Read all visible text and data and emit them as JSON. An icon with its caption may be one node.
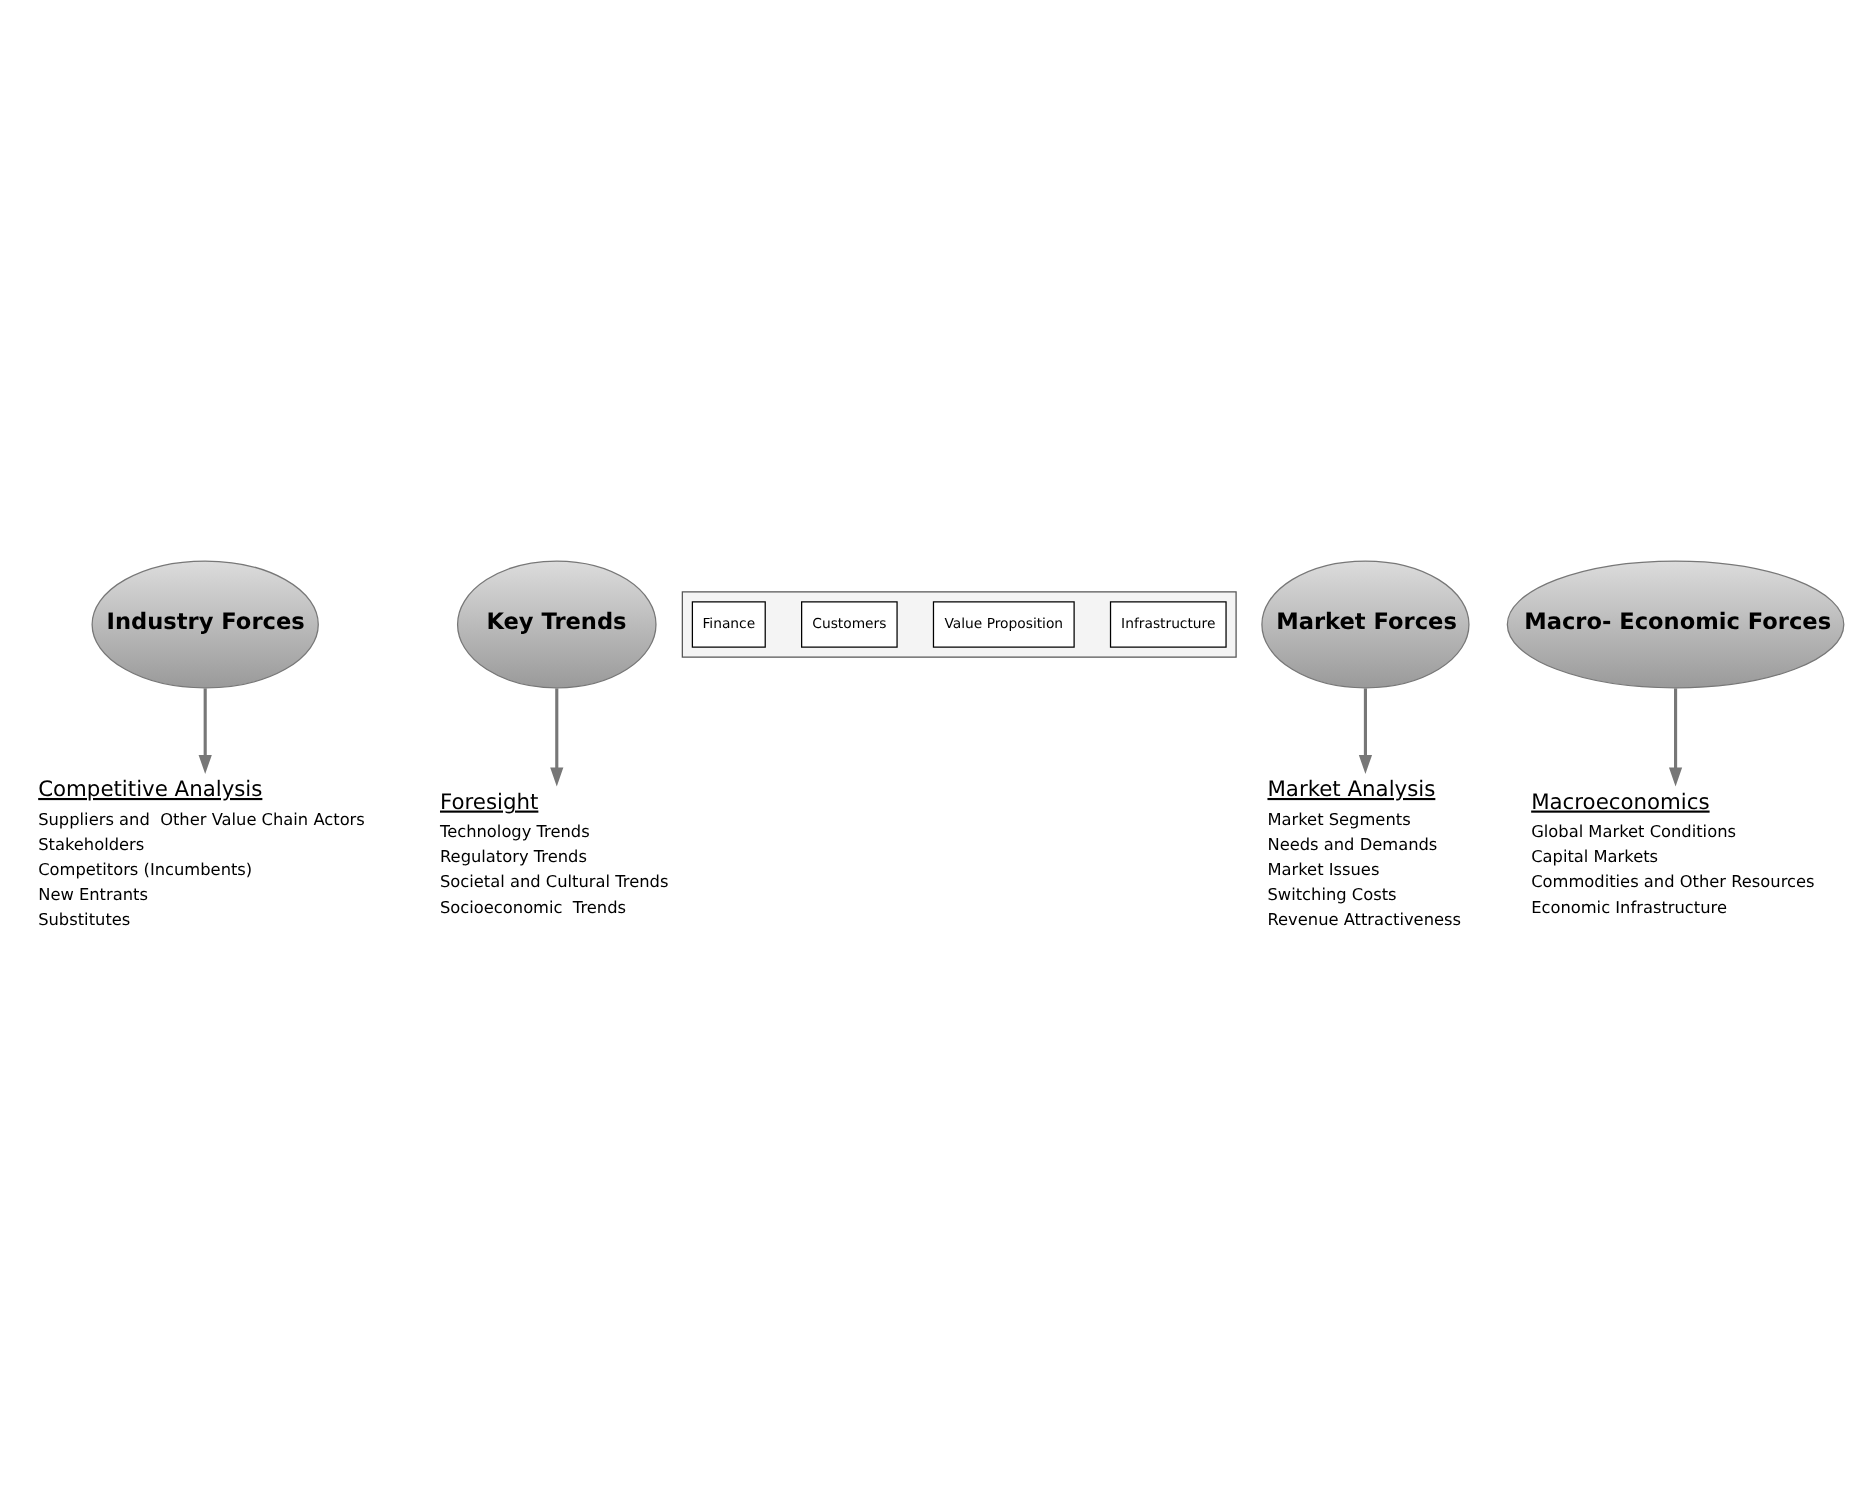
{
  "diagram": {
    "nodes": [
      {
        "text": [
          "Competitive Analysis",
          "Suppliers and  Other Value Chain Actors",
          "Stakeholders",
          "Competitors (Incumbents)",
          "New Entrants",
          "Substitutes"
        ]
      },
      {
        "text": [
          "Foresight",
          "Technology Trends",
          "Regulatory Trends",
          "Societal and Cultural Trends",
          "Socioeconomic  Trends"
        ]
      },
      {
        "text": [
          "Key Trends"
        ]
      },
      {
        "text": [
          "Industry Forces"
        ]
      },
      {
        "text": [],
        "shape": "box"
      },
      {
        "text": [
          "Infrastructure"
        ],
        "in": 4
      },
      {
        "text": [
          "Value Proposition"
        ],
        "in": 4
      },
      {
        "text": [
          "Customers"
        ],
        "in": 4
      },
      {
        "text": [
          "Finance"
        ],
        "in": 4
      },
      {
        "text": [
          "Market Forces"
        ]
      },
      {
        "text": [
          "Macroeconomics",
          "Global Market Conditions",
          "Capital Markets",
          "Commodities and Other Resources",
          "Economic Infrastructure"
        ]
      },
      {
        "text": [
          "Macro- Economic Forces"
        ]
      },
      {
        "text": [
          "Market Analysis",
          "Market Segments",
          "Needs and Demands",
          "Market Issues",
          "Switching Costs",
          "Revenue Attractiveness"
        ]
      }
    ],
    "edges": [
      {
        "from": 2,
        "to": 1,
        "arrow": "to"
      },
      {
        "from": 3,
        "to": 0,
        "arrow": "to"
      },
      {
        "from": 9,
        "to": 12,
        "arrow": "to"
      },
      {
        "from": 11,
        "to": 10,
        "arrow": "to"
      }
    ]
  }
}
